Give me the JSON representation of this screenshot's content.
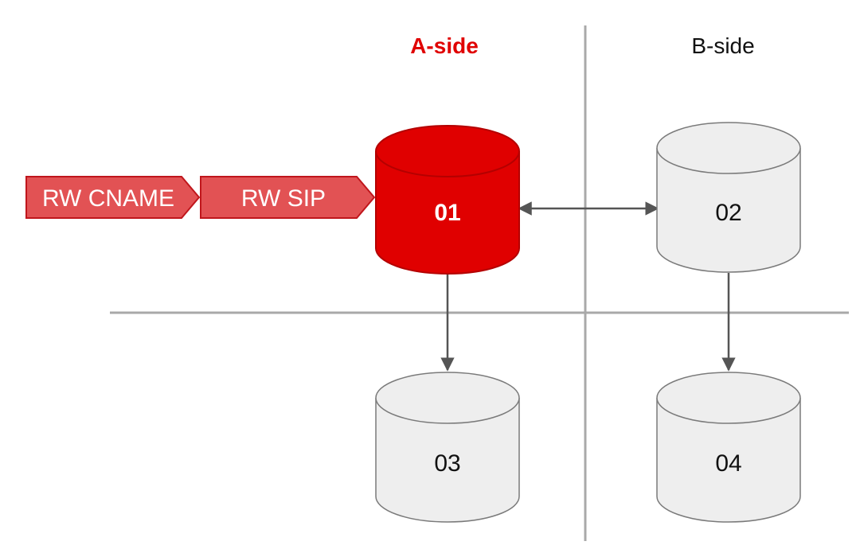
{
  "colors": {
    "accent": "#e00000",
    "accent_dark": "#b40000",
    "arrow_fill": "#e25254",
    "arrow_stroke": "#c0161c",
    "db_fill": "#eeeeee",
    "db_stroke": "#7a7a7a",
    "divider": "#a9a9a9",
    "connector": "#555555",
    "text_dark": "#111111"
  },
  "sides": {
    "a": {
      "label": "A-side"
    },
    "b": {
      "label": "B-side"
    }
  },
  "entry_arrows": [
    {
      "id": "rw-cname",
      "label": "RW CNAME"
    },
    {
      "id": "rw-sip",
      "label": "RW SIP"
    }
  ],
  "databases": [
    {
      "id": "01",
      "label": "01",
      "side": "A-side",
      "active": true
    },
    {
      "id": "02",
      "label": "02",
      "side": "B-side",
      "active": false
    },
    {
      "id": "03",
      "label": "03",
      "side": "A-side",
      "active": false
    },
    {
      "id": "04",
      "label": "04",
      "side": "B-side",
      "active": false
    }
  ],
  "links": [
    {
      "from": "01",
      "to": "02",
      "direction": "both"
    },
    {
      "from": "01",
      "to": "03",
      "direction": "forward"
    },
    {
      "from": "02",
      "to": "04",
      "direction": "forward"
    }
  ]
}
